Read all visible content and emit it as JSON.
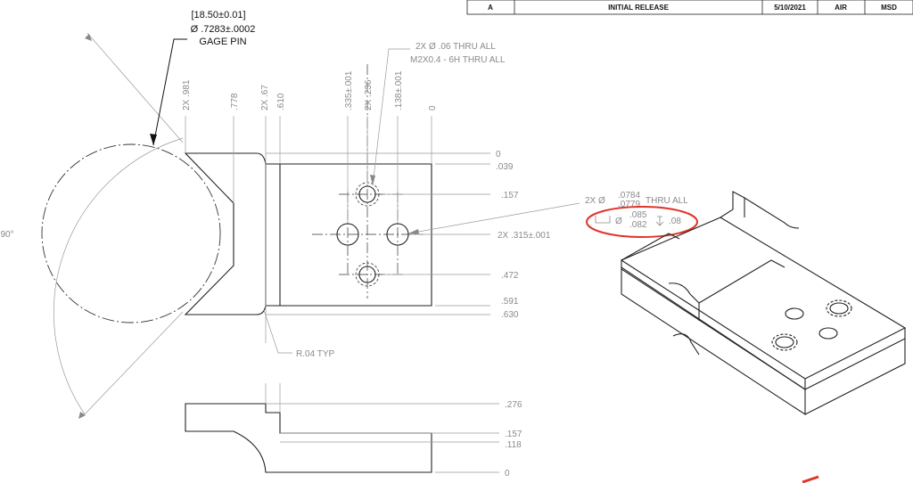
{
  "revision_table": {
    "rev": "A",
    "description": "INITIAL RELEASE",
    "date": "5/10/2021",
    "drawn": "AIR",
    "approved": "MSD"
  },
  "gage_pin": {
    "line1": "[18.50±0.01]",
    "line2": "Ø .7283±.0002",
    "line3": "GAGE PIN"
  },
  "angle_label": "90°",
  "top_dims": {
    "d981": "2X .981",
    "d778": ".778",
    "d67": "2X .67",
    "d610": ".610",
    "d335": ".335±.001",
    "d236": "2X .236",
    "d138": ".138±.001",
    "d0": "0"
  },
  "right_dims": {
    "r0": "0",
    "r039": ".039",
    "r157": ".157",
    "r315": "2X .315±.001",
    "r472": ".472",
    "r591": ".591",
    "r630": ".630"
  },
  "thread_note": {
    "line1": "2X Ø .06 THRU ALL",
    "line2": "M2X0.4 - 6H THRU ALL"
  },
  "radius_note": "R.04 TYP",
  "hole_note": {
    "prefix": "2X Ø",
    "upper": ".0784",
    "lower": ".0779",
    "suffix": "THRU ALL",
    "cb_upper": ".085",
    "cb_lower": ".082",
    "depth": ".08"
  },
  "side_dims": {
    "s276": ".276",
    "s157": ".157",
    "s118": ".118",
    "s0": "0"
  },
  "colors": {
    "highlight": "#e0342b",
    "line": "#222222",
    "dim": "#8a8a8a"
  }
}
